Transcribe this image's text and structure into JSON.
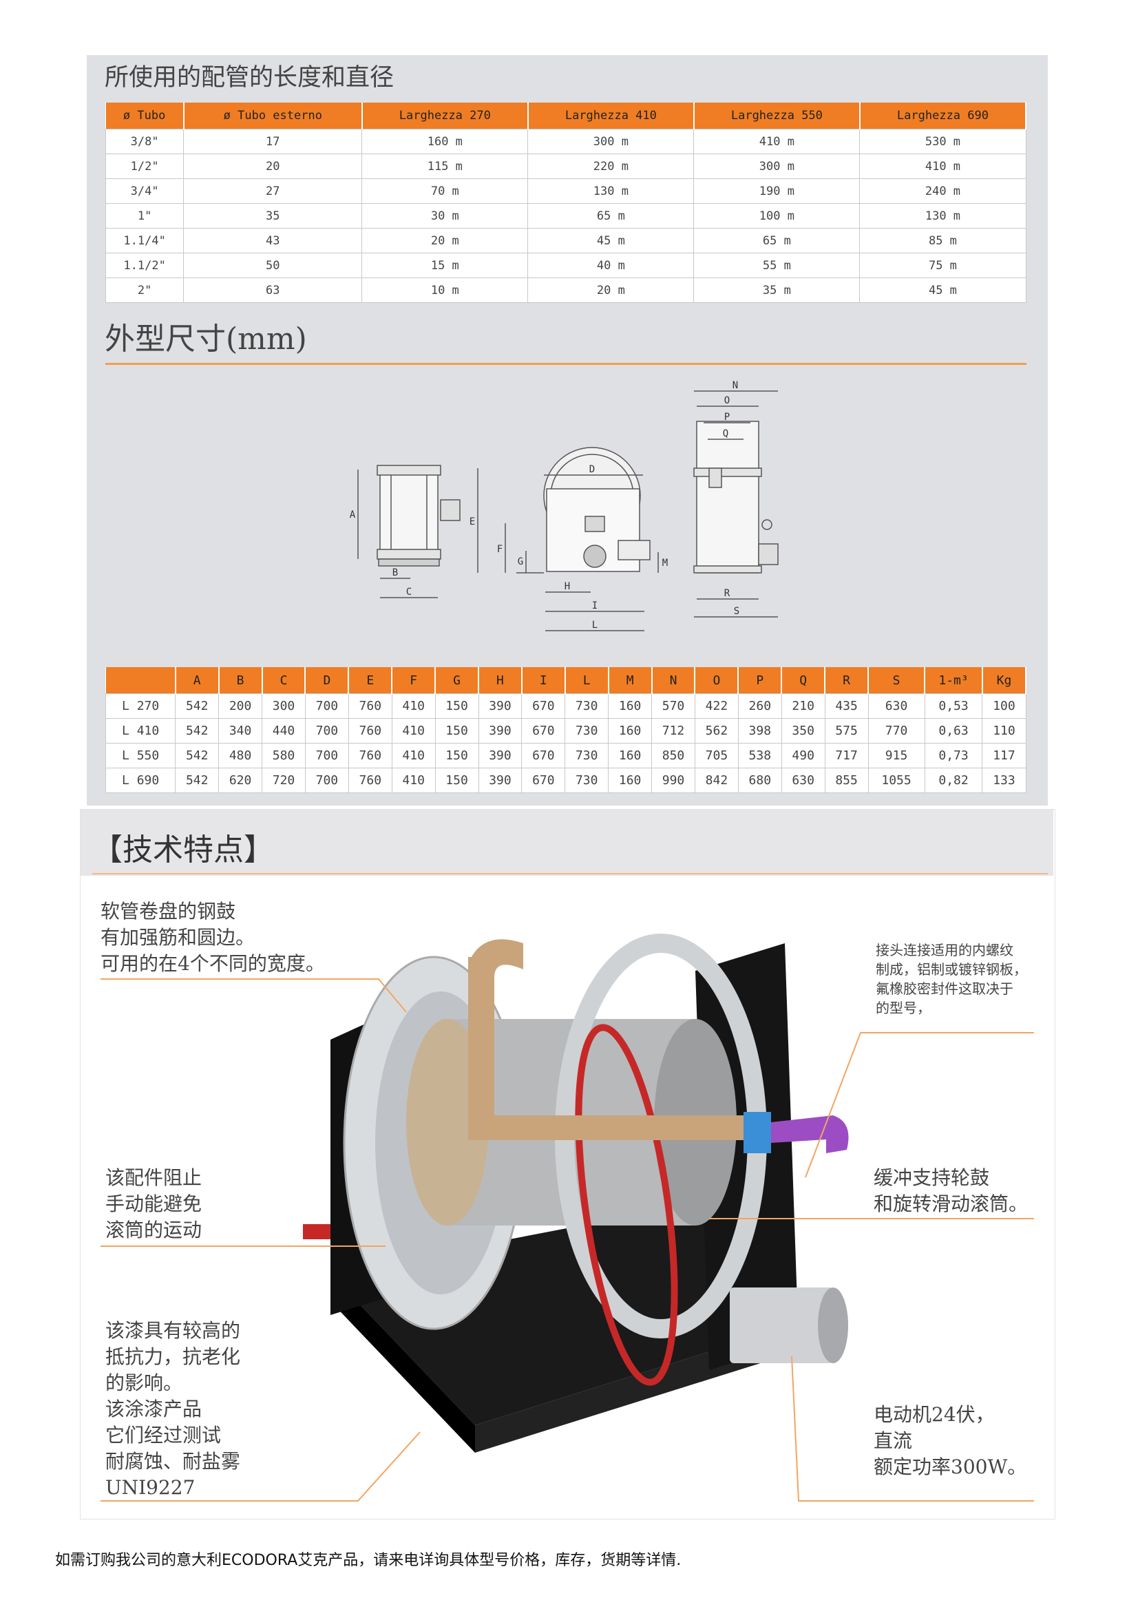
{
  "pipe_section": {
    "title": "所使用的配管的长度和直径",
    "headers": [
      "ø Tubo",
      "ø Tubo esterno",
      "Larghezza 270",
      "Larghezza 410",
      "Larghezza 550",
      "Larghezza 690"
    ],
    "rows": [
      [
        "3/8\"",
        "17",
        "160 m",
        "300 m",
        "410 m",
        "530 m"
      ],
      [
        "1/2\"",
        "20",
        "115 m",
        "220 m",
        "300 m",
        "410 m"
      ],
      [
        "3/4\"",
        "27",
        "70 m",
        "130 m",
        "190 m",
        "240 m"
      ],
      [
        "1\"",
        "35",
        "30 m",
        "65 m",
        "100 m",
        "130 m"
      ],
      [
        "1.1/4\"",
        "43",
        "20 m",
        "45 m",
        "65 m",
        "85 m"
      ],
      [
        "1.1/2\"",
        "50",
        "15 m",
        "40 m",
        "55 m",
        "75 m"
      ],
      [
        "2\"",
        "63",
        "10 m",
        "20 m",
        "35 m",
        "45 m"
      ]
    ]
  },
  "dims_section": {
    "title": "外型尺寸(mm)",
    "headers": [
      "",
      "A",
      "B",
      "C",
      "D",
      "E",
      "F",
      "G",
      "H",
      "I",
      "L",
      "M",
      "N",
      "O",
      "P",
      "Q",
      "R",
      "S",
      "1-m³",
      "Kg"
    ],
    "rows": [
      [
        "L 270",
        "542",
        "200",
        "300",
        "700",
        "760",
        "410",
        "150",
        "390",
        "670",
        "730",
        "160",
        "570",
        "422",
        "260",
        "210",
        "435",
        "630",
        "0,53",
        "100"
      ],
      [
        "L 410",
        "542",
        "340",
        "440",
        "700",
        "760",
        "410",
        "150",
        "390",
        "670",
        "730",
        "160",
        "712",
        "562",
        "398",
        "350",
        "575",
        "770",
        "0,63",
        "110"
      ],
      [
        "L 550",
        "542",
        "480",
        "580",
        "700",
        "760",
        "410",
        "150",
        "390",
        "670",
        "730",
        "160",
        "850",
        "705",
        "538",
        "490",
        "717",
        "915",
        "0,73",
        "117"
      ],
      [
        "L 690",
        "542",
        "620",
        "720",
        "700",
        "760",
        "410",
        "150",
        "390",
        "670",
        "730",
        "160",
        "990",
        "842",
        "680",
        "630",
        "855",
        "1055",
        "0,82",
        "133"
      ]
    ],
    "drawing_letters": {
      "A": "A",
      "B": "B",
      "C": "C",
      "D": "D",
      "E": "E",
      "F": "F",
      "G": "G",
      "H": "H",
      "I": "I",
      "L": "L",
      "M": "M",
      "N": "N",
      "O": "O",
      "P": "P",
      "Q": "Q",
      "R": "R",
      "S": "S"
    }
  },
  "features": {
    "title": "【技术特点】",
    "drum": "软管卷盘的钢鼓\n有加强筋和圆边。\n可用的在4个不同的宽度。",
    "fitting": "接头连接适用的内螺纹\n制成，铝制或镀锌钢板，\n氟橡胶密封件这取决于\n的型号，",
    "lock": "该配件阻止\n手动能避免\n滚筒的运动",
    "buffer": "缓冲支持轮鼓\n和旋转滑动滚筒。",
    "paint": "该漆具有较高的\n抵抗力，抗老化\n的影响。\n该涂漆产品\n它们经过测试\n耐腐蚀、耐盐雾\nUNI9227",
    "motor": "电动机24伏，\n直流\n额定功率300W。"
  },
  "footer": "如需订购我公司的意大利ECODORA艾克产品，请来电详询具体型号价格，库存，货期等详情."
}
